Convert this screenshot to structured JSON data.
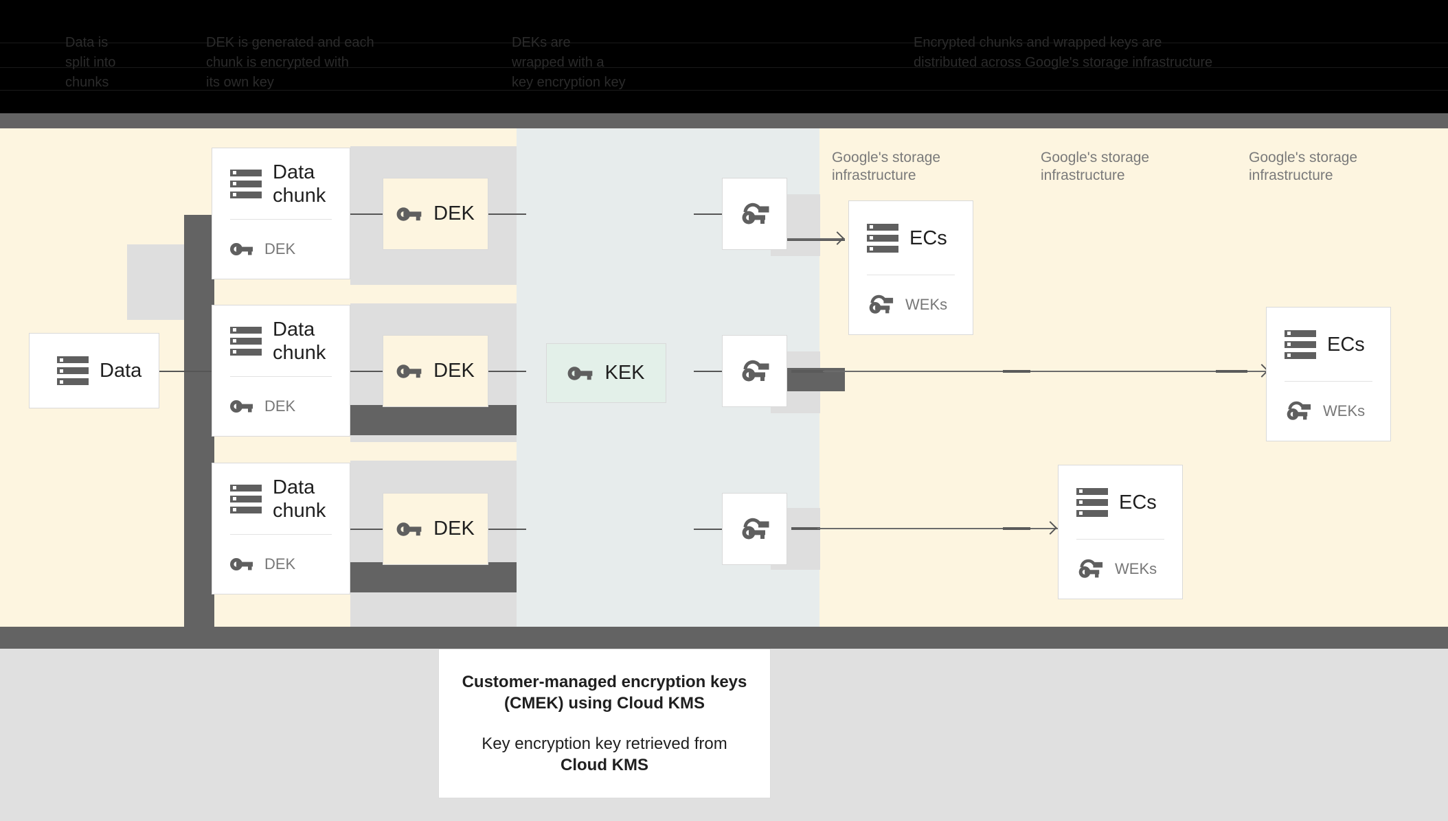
{
  "header": {
    "columns": [
      {
        "lines": [
          "Data is",
          "split into",
          "chunks"
        ]
      },
      {
        "lines": [
          "DEK is generated and each",
          "chunk is encrypted with",
          "its own key"
        ]
      },
      {
        "lines": [
          "DEKs are",
          "wrapped with a",
          "key encryption key"
        ]
      },
      {
        "lines": [
          "Encrypted chunks and wrapped keys are",
          "distributed across Google's storage infrastructure"
        ]
      }
    ]
  },
  "diagram": {
    "source": {
      "label": "Data",
      "icon": "server-icon"
    },
    "chunks": [
      {
        "title": "Data chunk",
        "key_label": "DEK",
        "icon": "server-icon",
        "key_icon": "key-icon"
      },
      {
        "title": "Data chunk",
        "key_label": "DEK",
        "icon": "server-icon",
        "key_icon": "key-icon"
      },
      {
        "title": "Data chunk",
        "key_label": "DEK",
        "icon": "server-icon",
        "key_icon": "key-icon"
      }
    ],
    "deks": [
      {
        "label": "DEK",
        "icon": "key-icon"
      },
      {
        "label": "DEK",
        "icon": "key-icon"
      },
      {
        "label": "DEK",
        "icon": "key-icon"
      }
    ],
    "kek": {
      "label": "KEK",
      "icon": "key-icon"
    },
    "wrapped_keys": [
      {
        "icon": "double-key-icon"
      },
      {
        "icon": "double-key-icon"
      },
      {
        "icon": "double-key-icon"
      }
    ],
    "infra_labels": [
      "Google's storage infrastructure",
      "Google's storage infrastructure",
      "Google's storage infrastructure"
    ],
    "ec_cards": [
      {
        "title": "ECs",
        "key_label": "WEKs",
        "icon": "server-icon",
        "key_icon": "double-key-icon"
      },
      {
        "title": "ECs",
        "key_label": "WEKs",
        "icon": "server-icon",
        "key_icon": "double-key-icon"
      },
      {
        "title": "ECs",
        "key_label": "WEKs",
        "icon": "server-icon",
        "key_icon": "double-key-icon"
      }
    ]
  },
  "caption": {
    "title_line1": "Customer-managed encryption keys",
    "title_line2": "(CMEK) using Cloud KMS",
    "body_line1": "Key encryption key retrieved from",
    "body_line2": "Cloud KMS"
  },
  "colors": {
    "cream": "#fdf5e0",
    "band_mid": "#e7ecec",
    "gray_block": "#dedede",
    "occluder": "#636363",
    "kek_green": "#e3f0e9",
    "bottom_bg": "#e0e0e0",
    "icon_gray": "#5f5f5f"
  }
}
